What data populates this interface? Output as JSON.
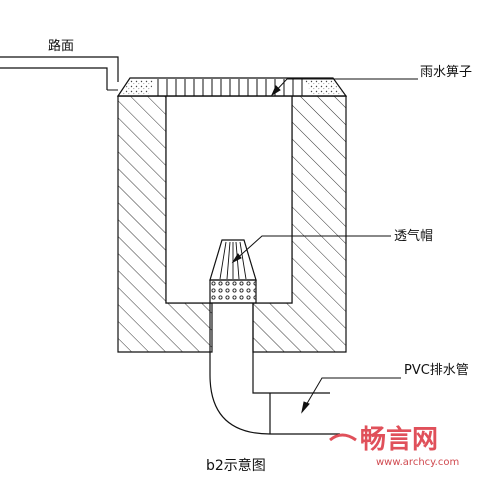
{
  "labels": {
    "road_surface": "路面",
    "rain_grate": "雨水箅子",
    "vent_cap": "透气帽",
    "pvc_pipe": "PVC排水管"
  },
  "caption": "b2示意图",
  "watermark": {
    "brand": "畅言网",
    "url": "www.archcy.com"
  },
  "colors": {
    "line": "#111111",
    "hatch": "#333333",
    "watermark": "#e0505a"
  }
}
